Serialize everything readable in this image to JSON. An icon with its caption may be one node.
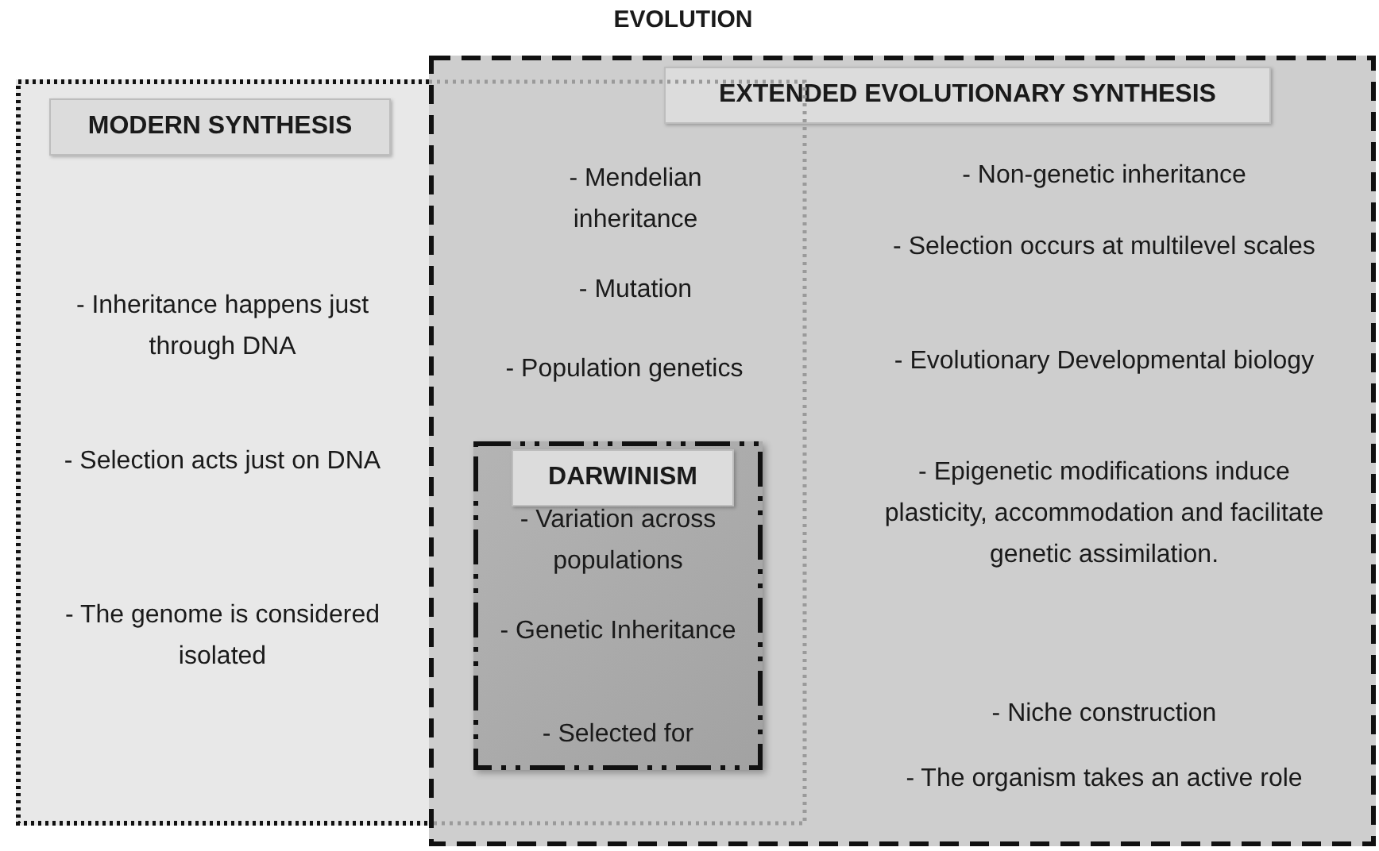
{
  "diagram": {
    "title": "EVOLUTION",
    "nodes": [
      {
        "text": [
          "MODERN SYNTHESIS",
          "- Inheritance happens just through DNA",
          "- Selection acts just on DNA",
          "- The genome is considered isolated",
          "- Mendelian inheritance",
          "- Mutation",
          "- Population genetics"
        ]
      },
      {
        "text": [
          "EXTENDED EVOLUTIONARY SYNTHESIS",
          "- Non-genetic inheritance",
          "- Selection occurs at multilevel scales",
          "- Evolutionary Developmental biology",
          "- Epigenetic modifications induce plasticity, accommodation and facilitate genetic assimilation.",
          "- Niche construction",
          "- The organism takes an active role"
        ]
      },
      {
        "text": [
          "DARWINISM",
          "- Variation across populations",
          "- Genetic Inheritance",
          "- Selected for"
        ]
      }
    ],
    "edges": []
  }
}
